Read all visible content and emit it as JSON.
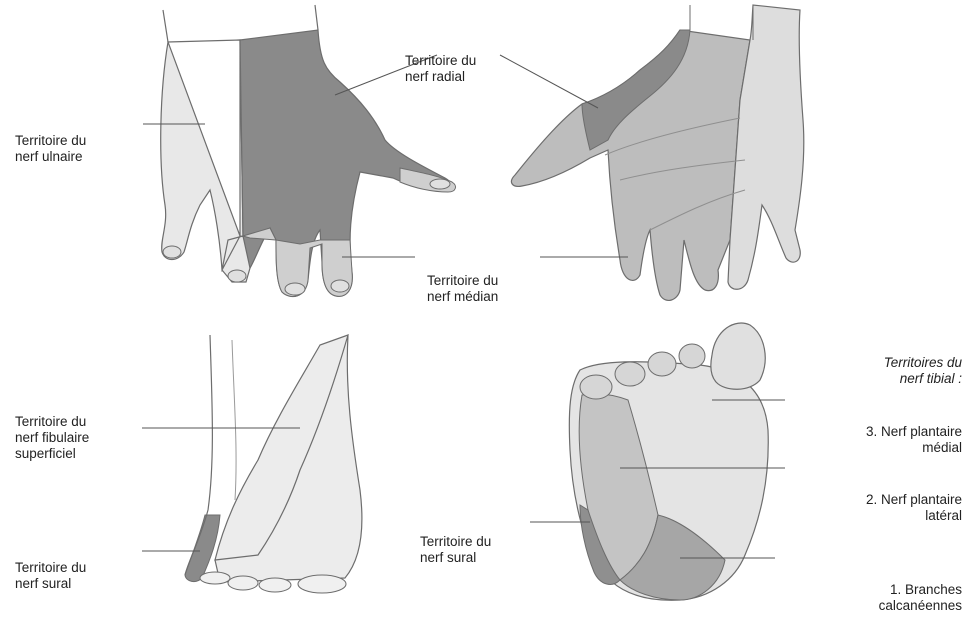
{
  "colors": {
    "background": "#ffffff",
    "skin_light": "#e8e8e8",
    "skin_mid": "#cfcfcf",
    "nerve_dark": "#8a8a8a",
    "nerve_medium": "#a9a9a9",
    "outline": "#6d6d6d",
    "leader_line": "#555555"
  },
  "hand": {
    "radial_label": [
      "Territoire du",
      "nerf radial"
    ],
    "ulnar_label": [
      "Territoire du",
      "nerf ulnaire"
    ],
    "median_label": [
      "Territoire du",
      "nerf médian"
    ]
  },
  "ankle": {
    "fibular_label": [
      "Territoire du",
      "nerf fibulaire",
      "superficiel"
    ],
    "sural_label": [
      "Territoire du",
      "nerf sural"
    ]
  },
  "sole": {
    "tibial_title": [
      "Territoires du",
      "nerf tibial :"
    ],
    "medial_plantar": [
      "3. Nerf plantaire",
      "médial"
    ],
    "lateral_plantar": [
      "2. Nerf plantaire",
      "latéral"
    ],
    "calcaneal": [
      "1. Branches",
      "calcanéennes"
    ],
    "sural_label": [
      "Territoire du",
      "nerf sural"
    ]
  }
}
